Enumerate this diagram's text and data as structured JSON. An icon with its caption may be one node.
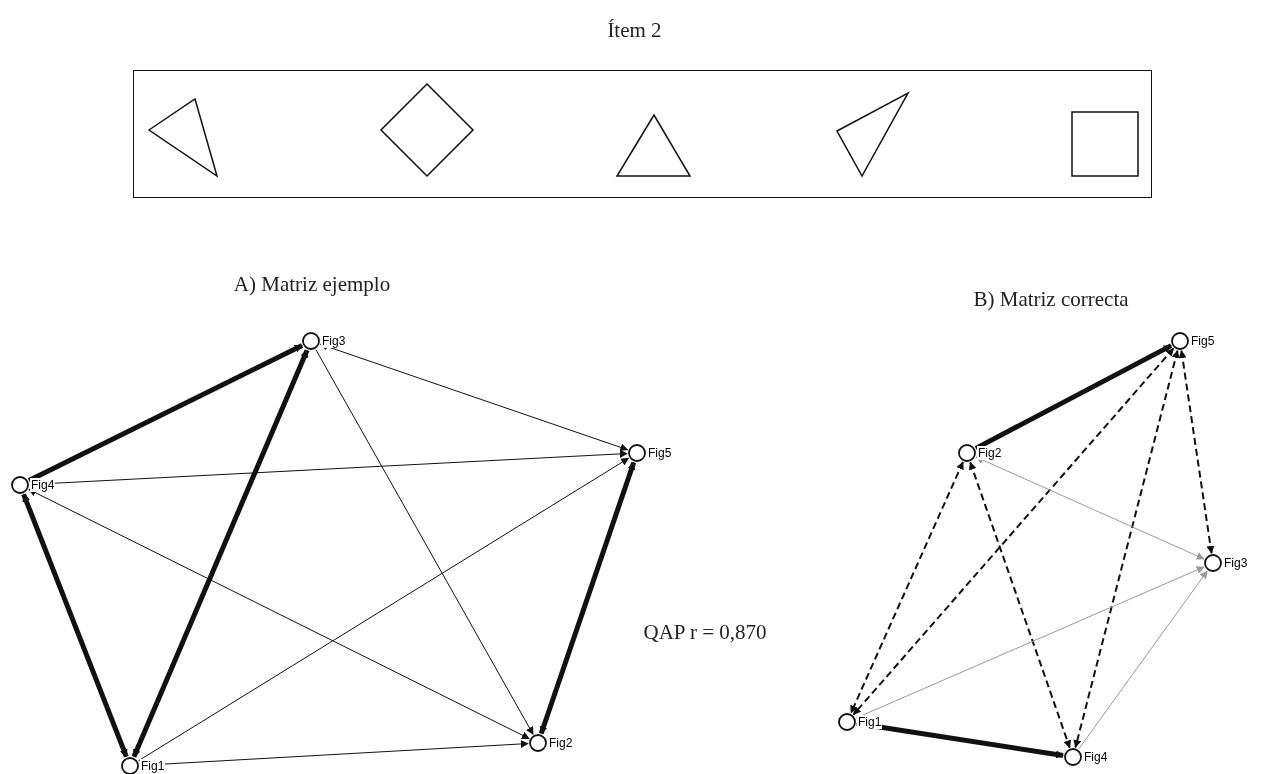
{
  "diagram": {
    "title": "Ítem 2",
    "nodes": [
      {
        "text": [],
        "shape": "box"
      },
      {
        "text": [],
        "shape": "triangle",
        "in": 0
      },
      {
        "text": [],
        "shape": "diamond",
        "in": 0
      },
      {
        "text": [],
        "shape": "triangle",
        "in": 0
      },
      {
        "text": [],
        "shape": "triangle",
        "in": 0
      },
      {
        "text": [],
        "shape": "square",
        "in": 0
      },
      {
        "text": [
          "Fig3"
        ]
      },
      {
        "text": [
          "Fig4"
        ]
      },
      {
        "text": [
          "Fig5"
        ]
      },
      {
        "text": [
          "Fig2"
        ]
      },
      {
        "text": [
          "Fig1"
        ]
      },
      {
        "text": [
          "Fig5"
        ]
      },
      {
        "text": [
          "Fig2"
        ]
      },
      {
        "text": [
          "Fig3"
        ]
      },
      {
        "text": [
          "Fig1"
        ]
      },
      {
        "text": [
          "Fig4"
        ]
      }
    ],
    "edges": [
      {
        "from": 7,
        "to": 6,
        "arrow": "to",
        "style": "thick"
      },
      {
        "from": 10,
        "to": 6,
        "arrow": "both",
        "style": "thick"
      },
      {
        "from": 7,
        "to": 10,
        "arrow": "both",
        "style": "thick"
      },
      {
        "from": 7,
        "to": 8,
        "arrow": "to"
      },
      {
        "from": 9,
        "to": 7,
        "arrow": "both"
      },
      {
        "from": 6,
        "to": 8,
        "arrow": "both"
      },
      {
        "from": 6,
        "to": 9,
        "arrow": "to"
      },
      {
        "from": 10,
        "to": 8,
        "arrow": "to"
      },
      {
        "from": 10,
        "to": 9,
        "arrow": "to"
      },
      {
        "from": 9,
        "to": 8,
        "arrow": "both",
        "style": "thick"
      },
      {
        "from": 12,
        "to": 11,
        "arrow": "to",
        "style": "thick"
      },
      {
        "from": 11,
        "to": 13,
        "arrow": "both",
        "style": "dashed"
      },
      {
        "from": 11,
        "to": 14,
        "arrow": "both",
        "style": "dashed"
      },
      {
        "from": 11,
        "to": 15,
        "arrow": "both",
        "style": "dashed"
      },
      {
        "from": 12,
        "to": 14,
        "arrow": "both",
        "style": "dashed"
      },
      {
        "from": 12,
        "to": 15,
        "arrow": "both",
        "style": "dashed"
      },
      {
        "from": 12,
        "to": 13,
        "arrow": "both",
        "color": "#999999"
      },
      {
        "from": 14,
        "to": 13,
        "arrow": "to",
        "color": "#999999"
      },
      {
        "from": 15,
        "to": 13,
        "arrow": "to",
        "color": "#999999"
      },
      {
        "from": 14,
        "to": 15,
        "arrow": "both",
        "style": "thick"
      }
    ],
    "labels": [
      "A) Matriz ejemplo",
      "B) Matriz correcta",
      "QAP r = 0,870"
    ]
  }
}
